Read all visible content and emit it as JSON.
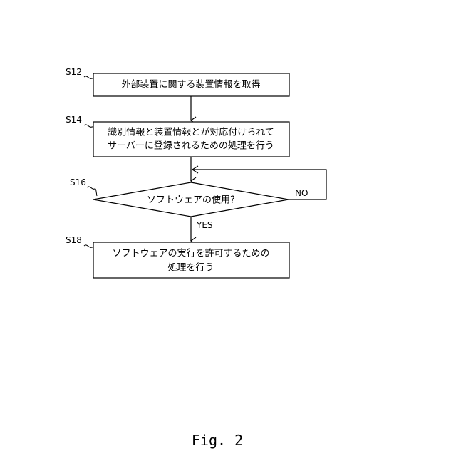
{
  "steps": {
    "s12": {
      "label": "S12",
      "lines": [
        "外部装置に関する装置情報を取得"
      ]
    },
    "s14": {
      "label": "S14",
      "lines": [
        "識別情報と装置情報とが対応付けられて",
        "サーバーに登録されるための処理を行う"
      ]
    },
    "s16": {
      "label": "S16",
      "lines": [
        "ソフトウェアの使用?"
      ],
      "yes_label": "YES",
      "no_label": "NO"
    },
    "s18": {
      "label": "S18",
      "lines": [
        "ソフトウェアの実行を許可するための",
        "処理を行う"
      ]
    }
  },
  "caption": "Fig. 2"
}
